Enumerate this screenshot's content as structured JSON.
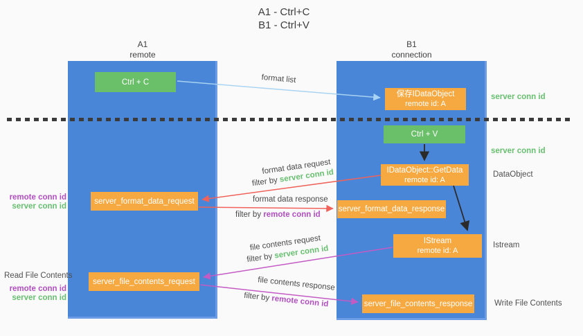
{
  "title": {
    "line1": "A1 - Ctrl+C",
    "line2": "B1 - Ctrl+V"
  },
  "columns": {
    "a1": {
      "line1": "A1",
      "line2": "remote"
    },
    "b1": {
      "line1": "B1",
      "line2": "connection"
    }
  },
  "boxes": {
    "ctrl_c": "Ctrl + C",
    "ctrl_v": "Ctrl + V",
    "save_dataobject": {
      "line1": "保存IDataObject",
      "line2": "remote id: A"
    },
    "getdata": {
      "line1": "IDataObject::GetData",
      "line2": "remote id: A"
    },
    "istream": {
      "line1": "IStream",
      "line2": "remote id: A"
    },
    "server_format_data_request": "server_format_data_request",
    "server_format_data_response": "server_format_data_response",
    "server_file_contents_request": "server_file_contents_request",
    "server_file_contents_response": "server_file_contents_response"
  },
  "flows": {
    "format_list": "format list",
    "format_data_request": "format data request",
    "format_data_request_filter_prefix": "filter by ",
    "format_data_request_filter_key": "server conn id",
    "format_data_response": "format data response",
    "format_data_response_filter_prefix": "filter by ",
    "format_data_response_filter_key": "remote conn id",
    "file_contents_request": "file contents request",
    "file_contents_request_filter_prefix": "filter by ",
    "file_contents_request_filter_key": "server conn id",
    "file_contents_response": "file contents response",
    "file_contents_response_filter_prefix": "filter by ",
    "file_contents_response_filter_key": "remote conn id"
  },
  "left_labels": {
    "format_group": {
      "remote": "remote conn id",
      "server": "server conn id"
    },
    "file_group": {
      "title": "Read File Contents",
      "remote": "remote conn id",
      "server": "server conn id"
    }
  },
  "right_labels": {
    "server_conn_id_top": "server conn id",
    "server_conn_id_mid": "server conn id",
    "dataobject": "DataObject",
    "istream": "Istream",
    "write_file_contents": "Write File Contents"
  },
  "colors": {
    "column_blue": "#4a86d8",
    "box_green": "#6abf69",
    "box_orange": "#f7a941",
    "arrow_lightblue": "#a9d3f2",
    "arrow_black": "#2b2b2b",
    "arrow_red": "#f0625a",
    "arrow_magenta": "#c45ac4",
    "text_green": "#68bf70",
    "text_purple": "#b14fc0"
  }
}
